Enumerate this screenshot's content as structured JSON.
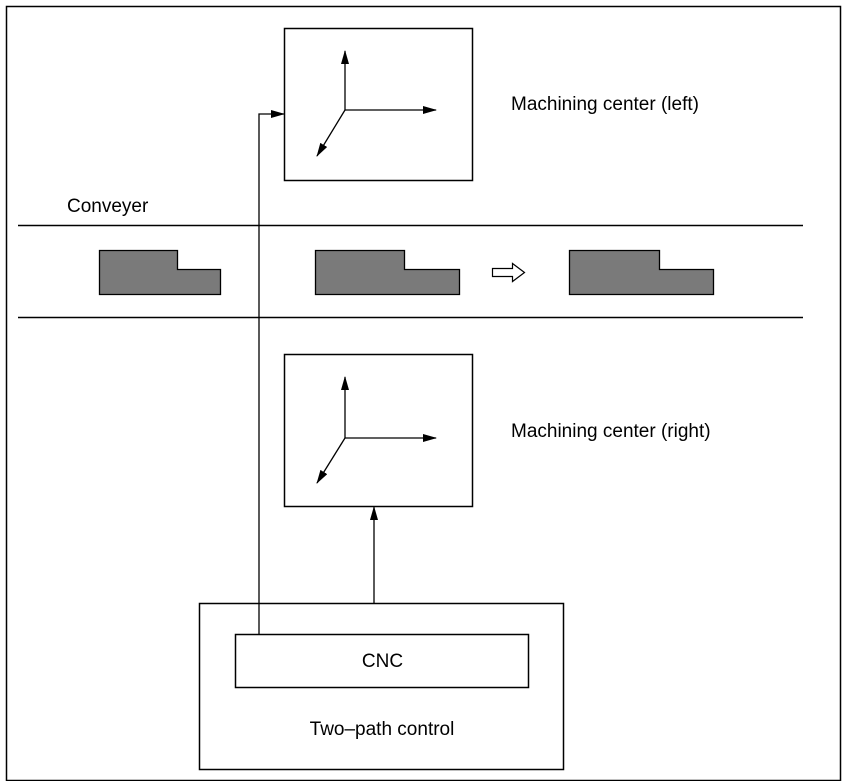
{
  "labels": {
    "machining_center_left": "Machining center (left)",
    "conveyer": "Conveyer",
    "machining_center_right": "Machining center (right)",
    "cnc": "CNC",
    "two_path_control": "Two–path control"
  },
  "colors": {
    "workpiece_fill": "#7a7a7a",
    "line": "#000000",
    "background": "#ffffff"
  }
}
